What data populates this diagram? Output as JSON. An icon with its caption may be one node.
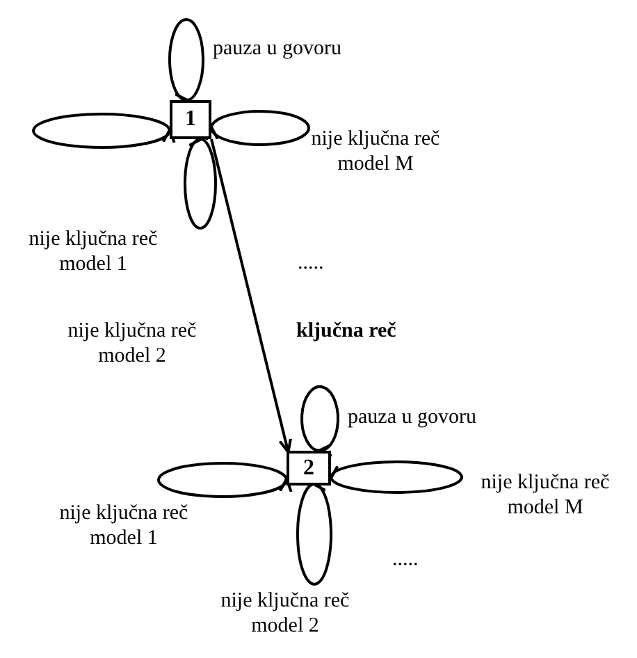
{
  "diagram": {
    "nodes": [
      {
        "text": [
          "1"
        ]
      },
      {
        "text": [
          "2"
        ]
      }
    ],
    "edges": [
      {
        "from": 0,
        "to": 0,
        "arrow": "to",
        "label": "pauza u govoru"
      },
      {
        "from": 0,
        "to": 0,
        "arrow": "to",
        "label": "nije ključna reč model 1"
      },
      {
        "from": 0,
        "to": 0,
        "arrow": "to",
        "label": "nije ključna reč model M"
      },
      {
        "from": 0,
        "to": 0,
        "arrow": "to",
        "label": "nije ključna reč model 2"
      },
      {
        "from": 0,
        "to": 1,
        "arrow": "to",
        "label": "ključna reč"
      },
      {
        "from": 1,
        "to": 1,
        "arrow": "to",
        "label": "pauza u govoru"
      },
      {
        "from": 1,
        "to": 1,
        "arrow": "to",
        "label": "nije ključna reč model 1"
      },
      {
        "from": 1,
        "to": 1,
        "arrow": "to",
        "label": "nije ključna reč model M"
      },
      {
        "from": 1,
        "to": 1,
        "arrow": "to",
        "label": "nije ključna reč model 2"
      }
    ],
    "labels": [
      ".....",
      "....."
    ]
  }
}
